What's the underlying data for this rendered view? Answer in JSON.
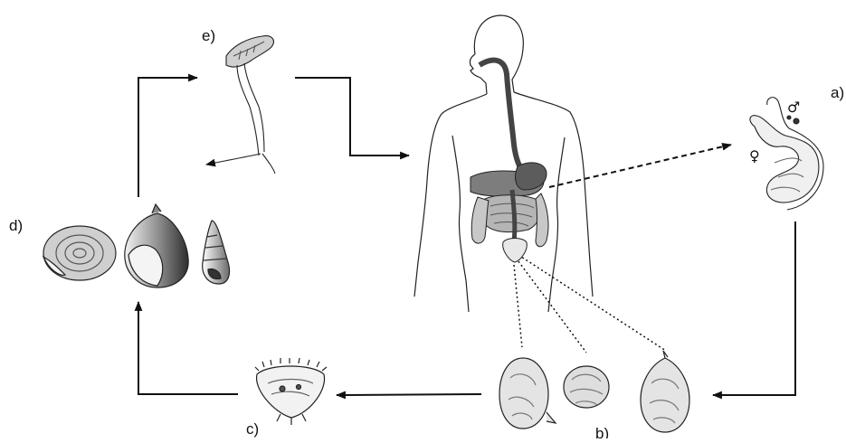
{
  "labels": {
    "a": "a)",
    "b": "b)",
    "c": "c)",
    "d": "d)",
    "e": "e)"
  },
  "symbols": {
    "male": "♂",
    "female": "♀"
  },
  "colors": {
    "line": "#111111",
    "organ_fill": "#9a9a9a",
    "organ_dark": "#555555",
    "shell_dark": "#3a3a3a"
  }
}
